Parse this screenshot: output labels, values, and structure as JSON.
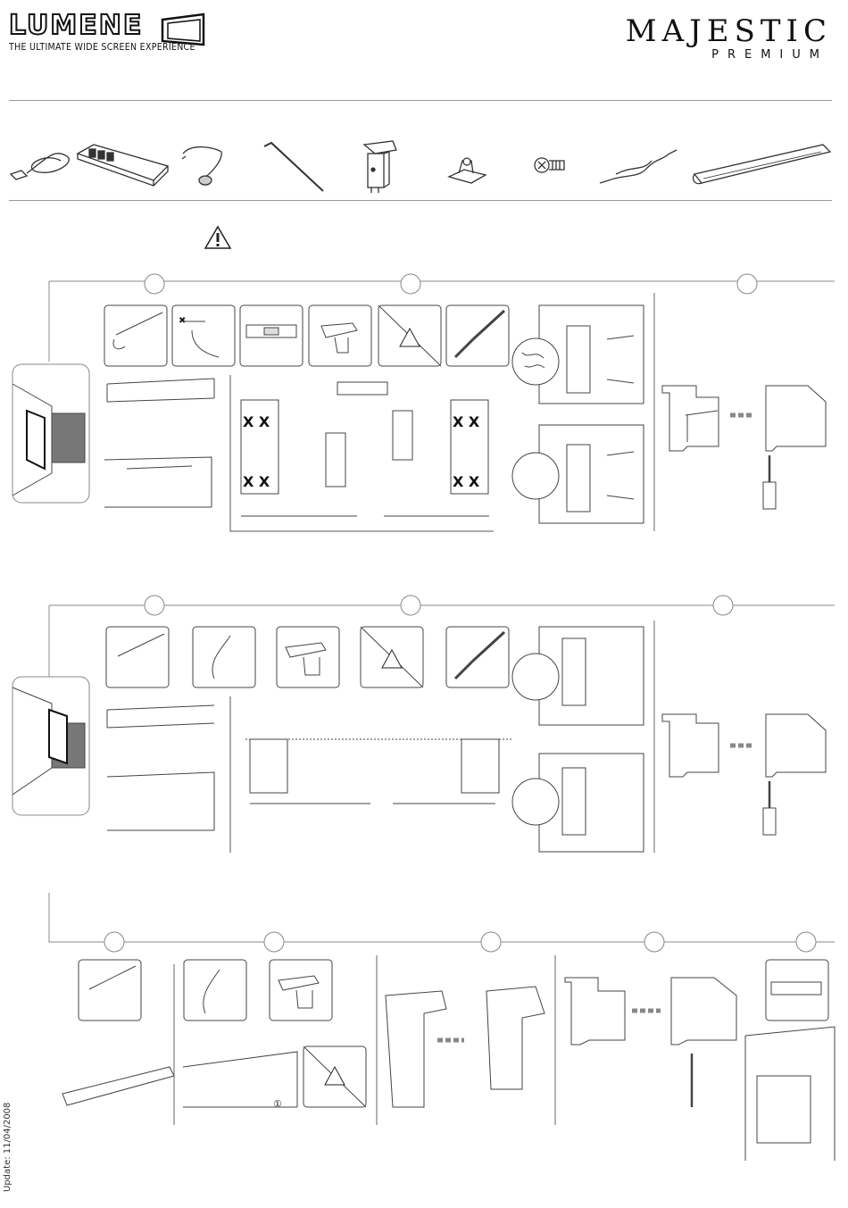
{
  "header": {
    "brand_left_name": "LUMENE",
    "brand_left_tagline": "THE ULTIMATE WIDE SCREEN EXPERIENCE",
    "brand_right_name": "MAJESTIC",
    "brand_right_subname": "PREMIUM"
  },
  "parts": [
    {
      "icon": "power-cord-icon"
    },
    {
      "icon": "remote-control-icon"
    },
    {
      "icon": "ir-sensor-icon"
    },
    {
      "icon": "hex-key-icon"
    },
    {
      "icon": "bracket-icon"
    },
    {
      "icon": "mounting-plate-icon"
    },
    {
      "icon": "screw-icon"
    },
    {
      "icon": "trigger-cable-icon"
    },
    {
      "icon": "screen-case-icon"
    }
  ],
  "sections": [
    {
      "name": "wall-mount"
    },
    {
      "name": "ceiling-mount"
    },
    {
      "name": "suspended-mount"
    }
  ],
  "footer": {
    "update_text": "Update: 11/04/2008",
    "step_mark": "①"
  },
  "colors": {
    "line": "#555555",
    "shade": "#777777",
    "accent": "#111111"
  }
}
